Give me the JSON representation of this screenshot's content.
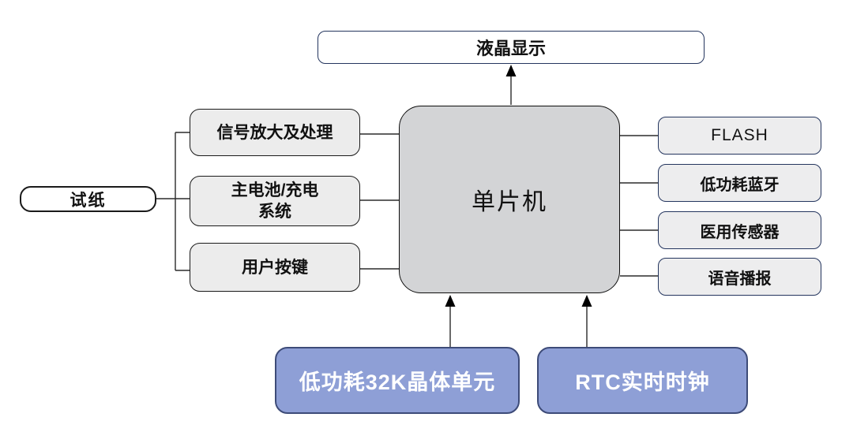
{
  "nodes": {
    "lcd": "液晶显示",
    "mcu": "单片机",
    "test_strip": "试纸",
    "left": [
      "信号放大及处理",
      "主电池/充电\n系统",
      "用户按键"
    ],
    "right": [
      "FLASH",
      "低功耗蓝牙",
      "医用传感器",
      "语音播报"
    ],
    "bottom": [
      "低功耗32K晶体单元",
      "RTC实时时钟"
    ]
  },
  "colors": {
    "mcu_fill": "#d3d4d6",
    "light_box_fill": "#ececec",
    "navy_border": "#24355e",
    "black_border": "#1a1a1a",
    "blue_box_fill": "#8e9fd6",
    "blue_box_border": "#3d4b78",
    "blue_box_text": "#ffffff",
    "connector_line": "#2b2b2b"
  }
}
